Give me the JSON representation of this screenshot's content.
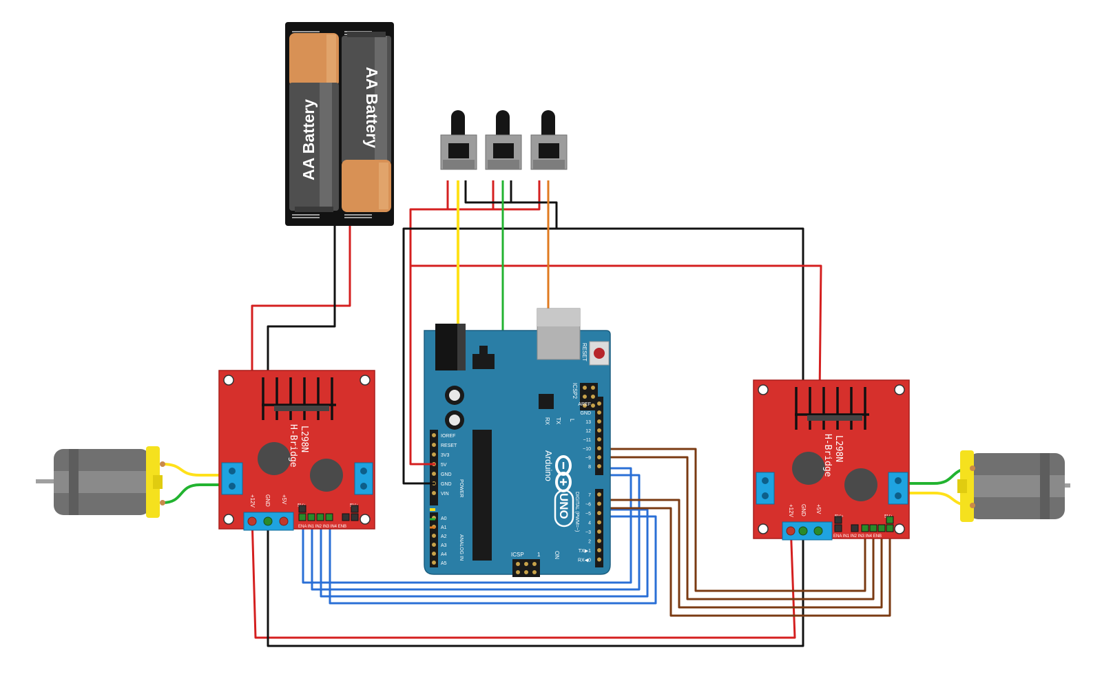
{
  "battery": {
    "cell_left_label": "AA Battery",
    "cell_right_label": "AA Battery"
  },
  "arduino": {
    "brand": "Arduino",
    "model": "UNO",
    "reset_label": "RESET",
    "icsp2_label": "ICSP2",
    "icsp_label": "ICSP",
    "icsp_num": "1",
    "led_tx": "TX",
    "led_rx": "RX",
    "led_l": "L",
    "on_label": "ON",
    "power_group": "POWER",
    "analog_group": "ANALOG IN",
    "digital_group": "DIGITAL (PWM=~)",
    "power_pins": [
      "IOREF",
      "RESET",
      "3V3",
      "5V",
      "GND",
      "GND",
      "VIN"
    ],
    "analog_pins": [
      "A0",
      "A1",
      "A2",
      "A3",
      "A4",
      "A5"
    ],
    "digital_top_pins": [
      "AREF",
      "GND",
      "13",
      "12",
      "~11",
      "~10",
      "~9",
      "8"
    ],
    "digital_bottom_pins": [
      "7",
      "~6",
      "~5",
      "4",
      "~3",
      "2",
      "TX▶1",
      "RX◀0"
    ]
  },
  "driver_left": {
    "chip": "L298N",
    "subtitle": "H-Bridge",
    "terminal_labels": [
      "+12V",
      "GND",
      "+5V"
    ],
    "jumper_labels": [
      "5V+",
      "5V+"
    ],
    "pin_labels": "ENA IN1 IN2 IN3 IN4 ENB"
  },
  "driver_right": {
    "chip": "L298N",
    "subtitle": "H-Bridge",
    "terminal_labels": [
      "+12V",
      "GND",
      "+5V"
    ],
    "jumper_labels": [
      "5V+",
      "5V+"
    ],
    "pin_labels": "ENA IN1 IN2 IN3 IN4 ENB"
  },
  "colors": {
    "board_red": "#d6302c",
    "arduino_teal": "#2a7ea6",
    "wire_red": "#d41f1f",
    "wire_black": "#111111",
    "wire_yellow": "#ffe11a",
    "wire_green": "#22b330",
    "wire_orange": "#e07a1f",
    "wire_blue": "#2a6fd6",
    "wire_brown": "#7a3a12",
    "motor_gray": "#707070",
    "motor_cap_yellow": "#f5e11e"
  }
}
